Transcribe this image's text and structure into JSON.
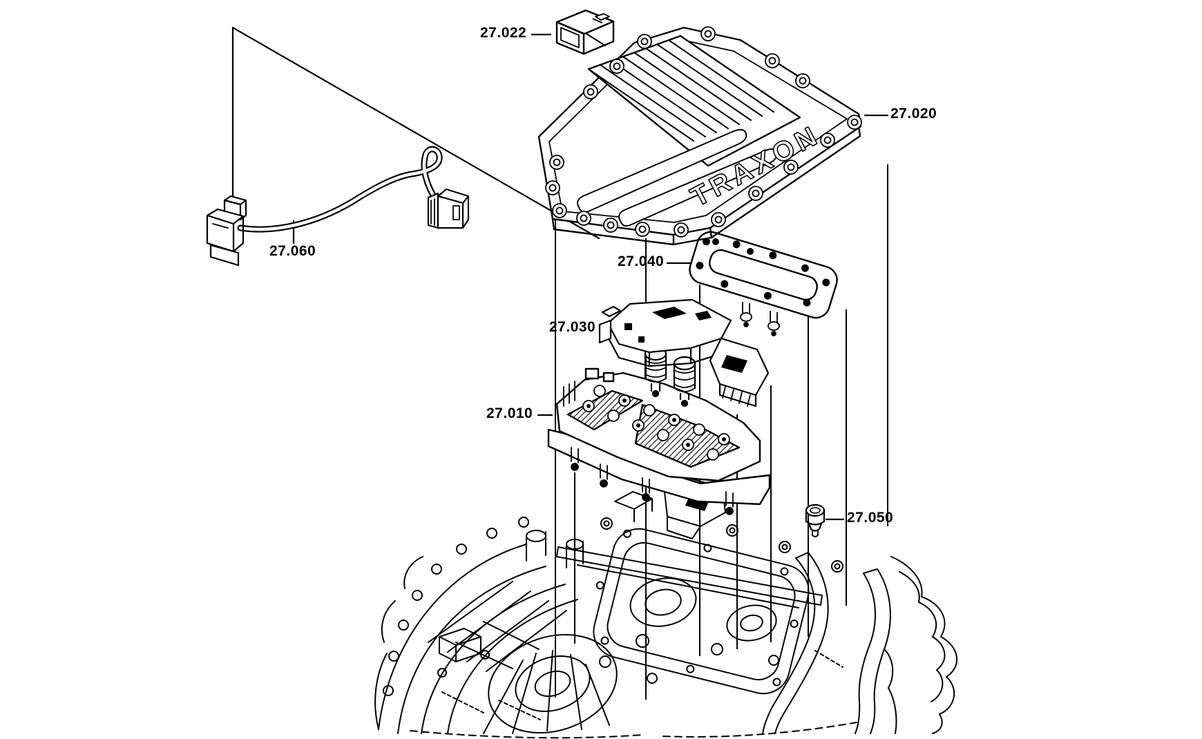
{
  "canvas": {
    "background": "#ffffff",
    "ink": "#000000"
  },
  "brand_embossed_text": "TRAXON",
  "part_labels": [
    {
      "text": "27.022"
    },
    {
      "text": "27.020"
    },
    {
      "text": "27.040"
    },
    {
      "text": "27.030"
    },
    {
      "text": "27.010"
    },
    {
      "text": "27.050"
    },
    {
      "text": "27.060"
    }
  ]
}
